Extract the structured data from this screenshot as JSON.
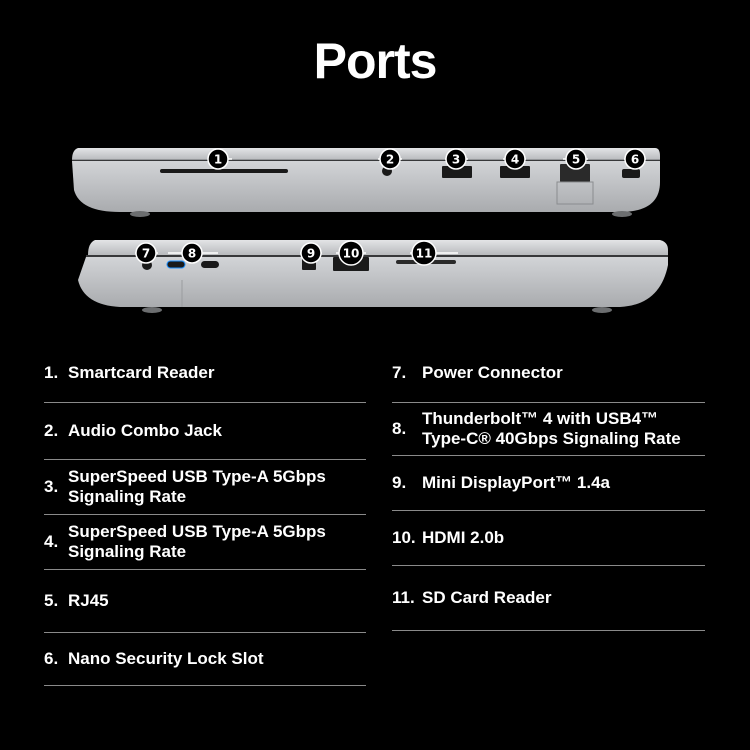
{
  "title": "Ports",
  "callouts_top": [
    "1",
    "2",
    "3",
    "4",
    "5",
    "6"
  ],
  "callouts_bottom": [
    "7",
    "8",
    "9",
    "10",
    "11"
  ],
  "ports_left": [
    {
      "num": "1.",
      "label": "Smartcard Reader"
    },
    {
      "num": "2.",
      "label": "Audio Combo Jack"
    },
    {
      "num": "3.",
      "label": "SuperSpeed USB Type-A 5Gbps\nSignaling Rate"
    },
    {
      "num": "4.",
      "label": "SuperSpeed USB Type-A 5Gbps\nSignaling Rate"
    },
    {
      "num": "5.",
      "label": "RJ45"
    },
    {
      "num": "6.",
      "label": "Nano Security Lock Slot"
    }
  ],
  "ports_right": [
    {
      "num": "7.",
      "label": "Power Connector"
    },
    {
      "num": "8.",
      "label": "Thunderbolt™ 4 with USB4™\nType-C® 40Gbps Signaling Rate"
    },
    {
      "num": "9.",
      "label": "Mini DisplayPort™ 1.4a"
    },
    {
      "num": "10.",
      "label": "HDMI 2.0b"
    },
    {
      "num": "11.",
      "label": "SD Card Reader"
    }
  ],
  "colors": {
    "background": "#000000",
    "laptop_body": "#b9bbbe",
    "port_dark": "#1a1a1a",
    "accent_blue": "#1e90ff"
  }
}
